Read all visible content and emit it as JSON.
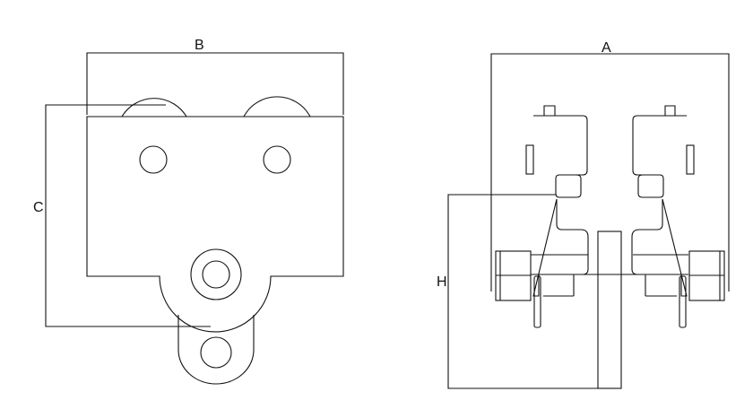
{
  "labels": {
    "A": "A",
    "B": "B",
    "C": "C",
    "H": "H"
  },
  "colors": {
    "line": "#111111",
    "background": "#ffffff"
  }
}
